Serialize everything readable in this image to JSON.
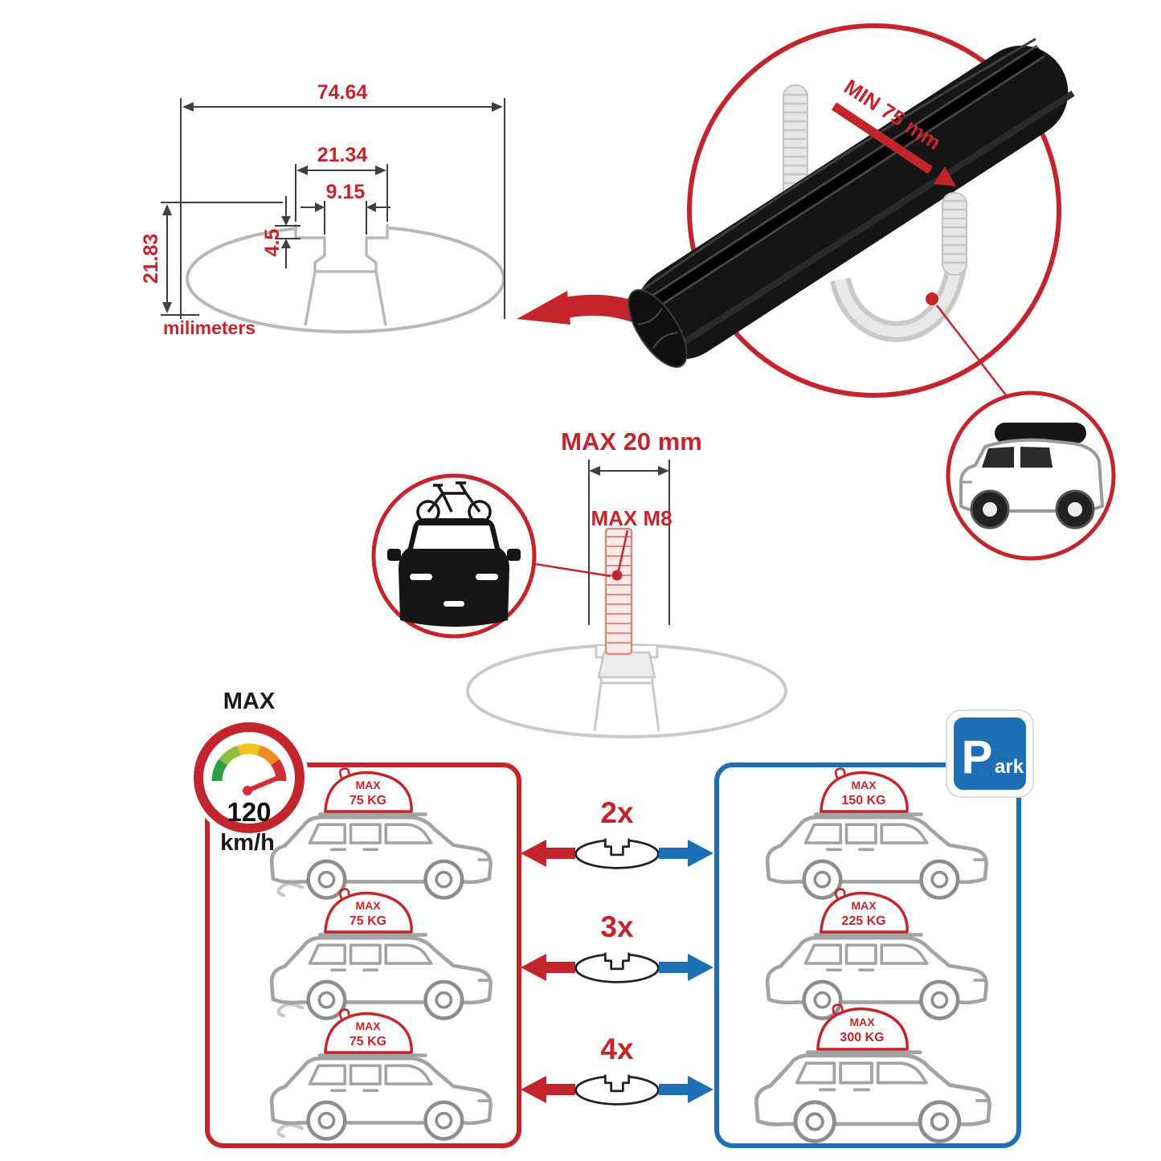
{
  "colors": {
    "accent_red": "#c4242b",
    "accent_blue": "#1d6fb5",
    "profile_gray": "#b8b8b8",
    "bar_black": "#151515"
  },
  "dimension_diagram": {
    "width_total": "74.64",
    "channel_outer": "21.34",
    "channel_inner": "9.15",
    "lip_depth": "4.5",
    "height": "21.83",
    "unit_label": "milimeters"
  },
  "clamp": {
    "min_label": "MIN 75 mm"
  },
  "bolt": {
    "max_length": "MAX 20 mm",
    "max_thread": "MAX M8"
  },
  "speed": {
    "label": "MAX",
    "value": "120",
    "unit": "km/h"
  },
  "left_panel": {
    "cars": [
      {
        "max_label": "MAX",
        "kg": "75 KG"
      },
      {
        "max_label": "MAX",
        "kg": "75 KG"
      },
      {
        "max_label": "MAX",
        "kg": "75 KG"
      }
    ]
  },
  "multipliers": [
    "2x",
    "3x",
    "4x"
  ],
  "right_panel": {
    "cars": [
      {
        "max_label": "MAX",
        "kg": "150 KG"
      },
      {
        "max_label": "MAX",
        "kg": "225 KG"
      },
      {
        "max_label": "MAX",
        "kg": "300 KG"
      }
    ]
  },
  "park_sign": {
    "letter": "P",
    "rest": "ark"
  }
}
